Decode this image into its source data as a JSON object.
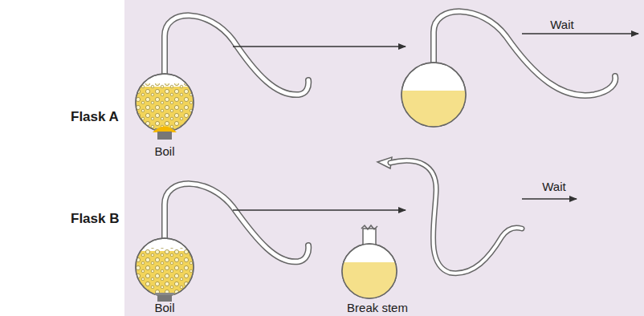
{
  "diagram": {
    "labels": [
      "Flask A",
      "Boil",
      "Wait",
      "Flask B",
      "Boil",
      "Break stem",
      "Wait"
    ]
  }
}
